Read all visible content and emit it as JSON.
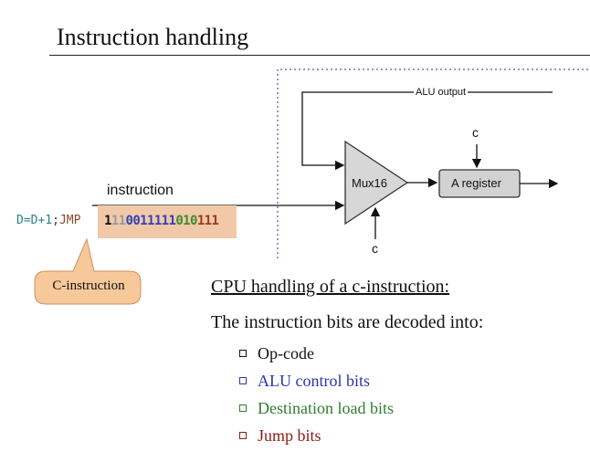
{
  "slide": {
    "title": "Instruction handling"
  },
  "instruction": {
    "asm_dest": "D=D+1",
    "asm_sep": ";",
    "asm_jump": "JMP",
    "bits": {
      "opcode": "1",
      "filler": "11",
      "alu": "0011111",
      "dest": "010",
      "jump": "111"
    },
    "callout": "C-instruction"
  },
  "diagram": {
    "instruction_label": "instruction",
    "alu_output_label": "ALU output",
    "mux_label": "Mux16",
    "areg_label": "A register",
    "control_top": "c",
    "control_bottom": "c"
  },
  "body": {
    "heading": "CPU handling of a c-instruction:",
    "subheading": "The instruction bits are decoded into:",
    "bullets": [
      {
        "label": "Op-code",
        "color": "#111111"
      },
      {
        "label": "ALU control bits",
        "color": "#2b36b0"
      },
      {
        "label": "Destination load bits",
        "color": "#2e7d2a"
      },
      {
        "label": "Jump bits",
        "color": "#8e1a14"
      }
    ]
  }
}
